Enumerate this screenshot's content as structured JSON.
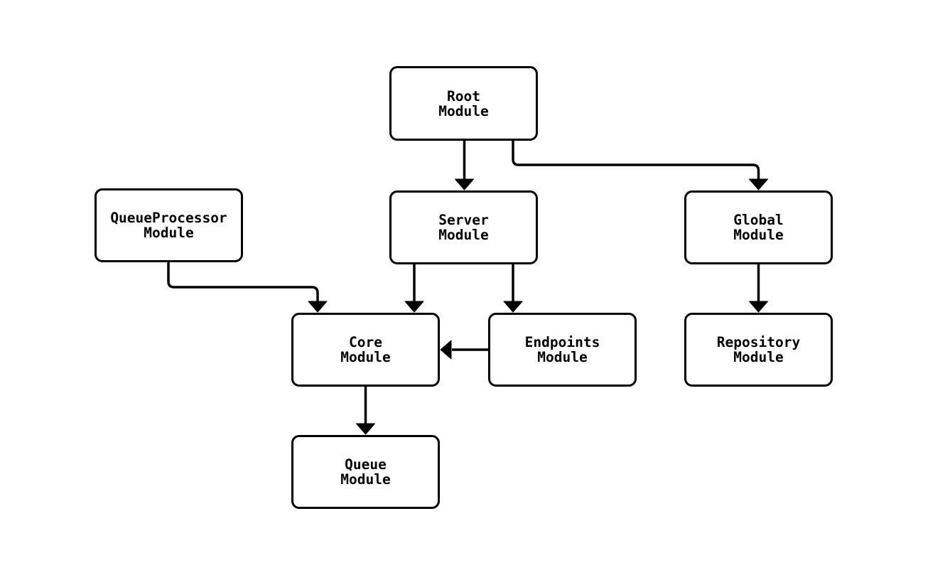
{
  "diagram": {
    "type": "flowchart",
    "colors": {
      "background": "#ffffff",
      "node_fill": "#ffffff",
      "node_border": "#000000",
      "edge": "#000000",
      "text": "#000000"
    },
    "nodes": [
      {
        "id": "root",
        "label": "Root\nModule"
      },
      {
        "id": "queueprocessor",
        "label": "QueueProcessor\nModule"
      },
      {
        "id": "server",
        "label": "Server\nModule"
      },
      {
        "id": "global",
        "label": "Global\nModule"
      },
      {
        "id": "core",
        "label": "Core\nModule"
      },
      {
        "id": "endpoints",
        "label": "Endpoints\nModule"
      },
      {
        "id": "repository",
        "label": "Repository\nModule"
      },
      {
        "id": "queue",
        "label": "Queue\nModule"
      }
    ],
    "edges": [
      {
        "from": "root",
        "to": "server"
      },
      {
        "from": "root",
        "to": "global"
      },
      {
        "from": "queueprocessor",
        "to": "core"
      },
      {
        "from": "server",
        "to": "core"
      },
      {
        "from": "server",
        "to": "endpoints"
      },
      {
        "from": "endpoints",
        "to": "core"
      },
      {
        "from": "global",
        "to": "repository"
      },
      {
        "from": "core",
        "to": "queue"
      }
    ]
  }
}
